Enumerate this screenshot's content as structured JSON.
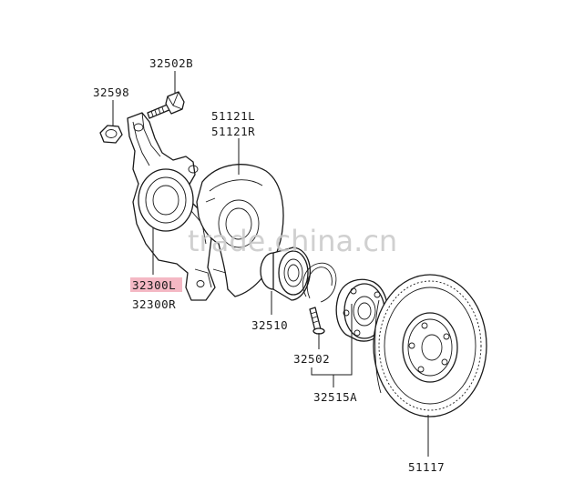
{
  "labels": {
    "bolt": "32502B",
    "nut": "32598",
    "dust_shield_l": "51121L",
    "dust_shield_r": "51121R",
    "knuckle_l": "32300L",
    "knuckle_r": "32300R",
    "bearing": "32510",
    "hub_bolt": "32502",
    "hub_assembly": "32515A",
    "brake_disc": "51117"
  },
  "watermark": "trade.china.cn",
  "colors": {
    "line": "#1a1a1a",
    "highlight": "#f4b8c4",
    "watermark": "#c8c8c8"
  }
}
